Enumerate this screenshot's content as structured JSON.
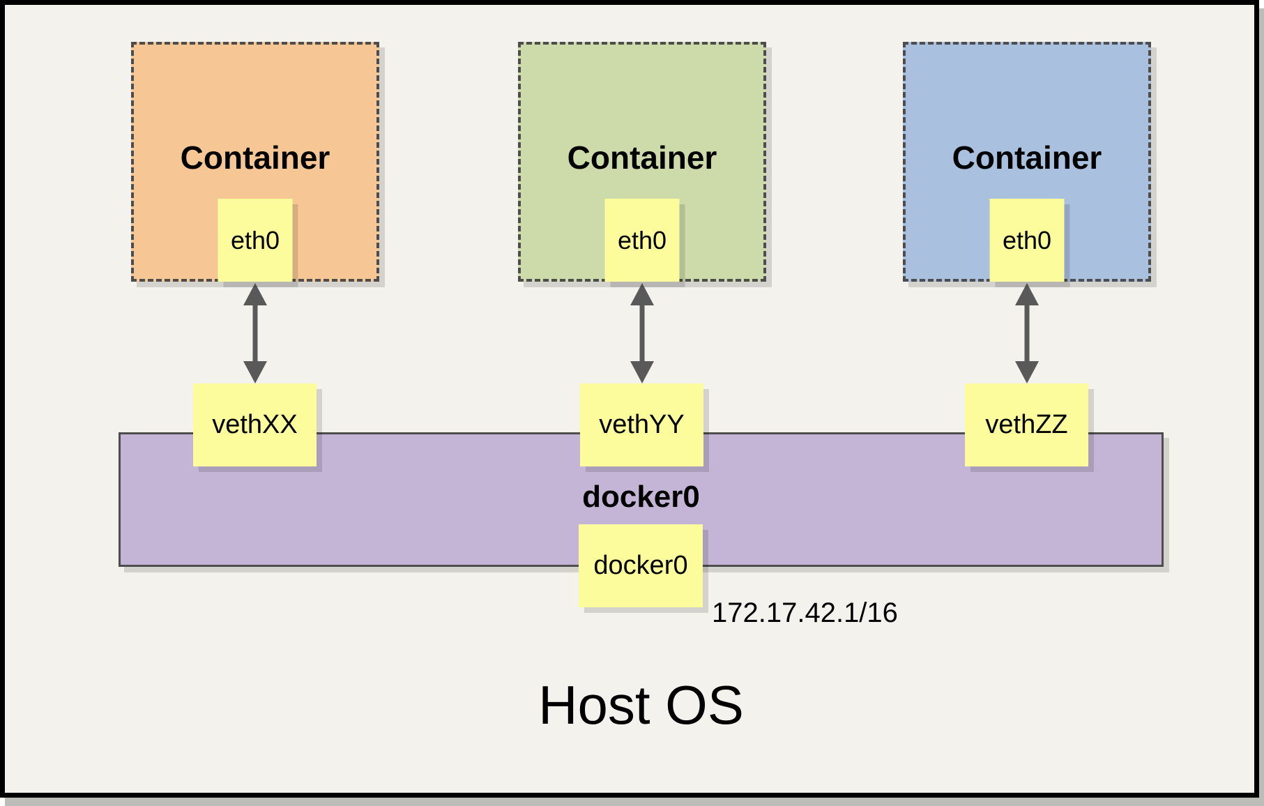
{
  "host": {
    "label": "Host OS"
  },
  "bridge": {
    "label": "docker0",
    "interface": "docker0",
    "ip": "172.17.42.1/16"
  },
  "containers": [
    {
      "label": "Container",
      "interface": "eth0",
      "veth": "vethXX",
      "fill": "#F6C795"
    },
    {
      "label": "Container",
      "interface": "eth0",
      "veth": "vethYY",
      "fill": "#CDDBAB"
    },
    {
      "label": "Container",
      "interface": "eth0",
      "veth": "vethZZ",
      "fill": "#A9C0DE"
    }
  ],
  "colors": {
    "canvas": "#F4F2EC",
    "frame": "#000000",
    "yellow": "#FCFC9D",
    "purple": "#C4B5D6",
    "line": "#4D4D4D",
    "arrow": "#595959",
    "shadow": "rgba(0,0,0,0.13)",
    "outer_shadow": "#BCBCB9"
  }
}
